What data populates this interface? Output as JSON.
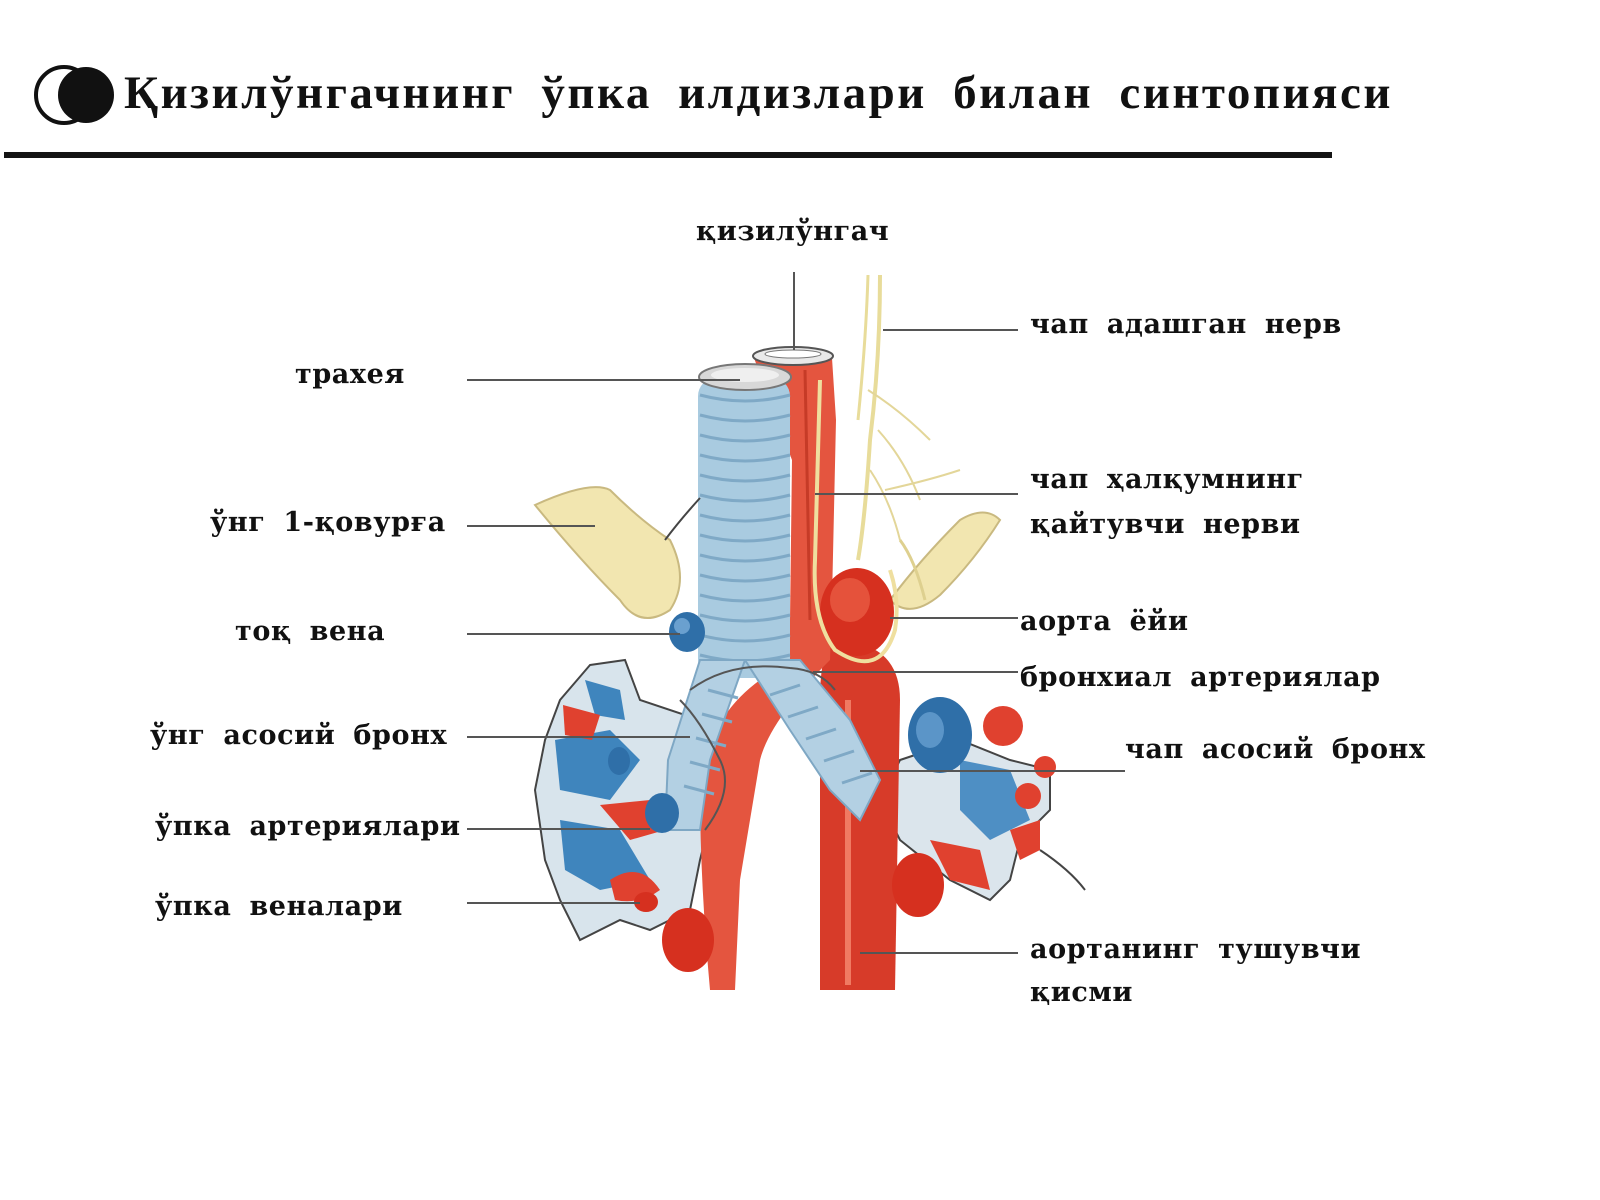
{
  "header": {
    "title": "Қизилўнгачнинг ўпка илдизлари билан синтопияси"
  },
  "labels": {
    "esophagus": "қизилўнгач",
    "left_vagus": "чап адашган нерв",
    "trachea": "трахея",
    "left_recurrent_line1": "чап ҳалқумнинг",
    "left_recurrent_line2": "қайтувчи нерви",
    "right_rib": "ўнг 1-қовурға",
    "azygos": "тоқ вена",
    "aortic_arch": "аорта ёйи",
    "bronchial_arteries": "бронхиал артериялар",
    "right_bronchus": "ўнг асосий бронх",
    "left_bronchus": "чап асосий бронх",
    "pulm_arteries": "ўпка артериялари",
    "pulm_veins": "ўпка веналари",
    "desc_aorta_line1": "аортанинг тушувчи",
    "desc_aorta_line2": "қисми"
  },
  "colors": {
    "artery_red": "#e0412f",
    "artery_dark": "#c62a1c",
    "trachea_blue": "#a9cbe0",
    "vein_blue": "#2f6fa8",
    "rib_yellow": "#f2e6b0",
    "nerve": "#e8dc9a",
    "leader_line": "#555555"
  },
  "icons": {
    "title_bullet": "circle-bullet-icon"
  }
}
